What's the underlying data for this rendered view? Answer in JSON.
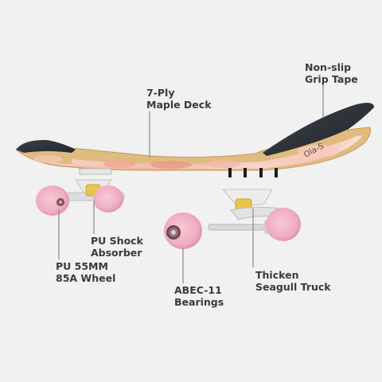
{
  "callouts": {
    "grip_tape": {
      "line1": "Non-slip",
      "line2": "Grip Tape"
    },
    "maple_deck": {
      "line1": "7-Ply",
      "line2": "Maple Deck"
    },
    "shock_absorber": {
      "line1": "PU Shock",
      "line2": "Absorber"
    },
    "wheel": {
      "line1": "PU 55MM",
      "line2": "85A Wheel"
    },
    "bearings": {
      "line1": "ABEC-11",
      "line2": "Bearings"
    },
    "truck": {
      "line1": "Thicken",
      "line2": "Seagull Truck"
    }
  },
  "colors": {
    "background": "#f1f1f1",
    "grip": "#2d3138",
    "wood": "#e0bb80",
    "deck_pink": "#f4c2b8",
    "wheel_pink": "#f2b3c6",
    "truck_metal": "#e8e8e8",
    "bushing_yellow": "#e8c64a",
    "label_text": "#3a3a3a"
  },
  "icons": [
    "skateboard-image"
  ]
}
